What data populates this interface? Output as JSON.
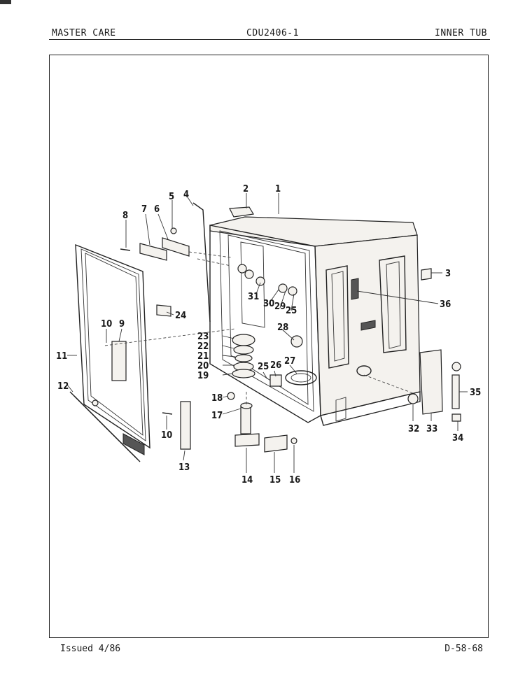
{
  "header": {
    "left": "MASTER CARE",
    "center": "CDU2406-1",
    "right": "INNER TUB"
  },
  "footer": {
    "issued": "Issued 4/86",
    "code": "D-58-68"
  },
  "callouts": [
    "1",
    "2",
    "3",
    "4",
    "5",
    "6",
    "7",
    "8",
    "9",
    "10",
    "10",
    "11",
    "12",
    "13",
    "14",
    "15",
    "16",
    "17",
    "18",
    "19",
    "20",
    "21",
    "22",
    "23",
    "24",
    "25",
    "25",
    "26",
    "27",
    "28",
    "29",
    "30",
    "31",
    "32",
    "33",
    "34",
    "35",
    "36"
  ]
}
